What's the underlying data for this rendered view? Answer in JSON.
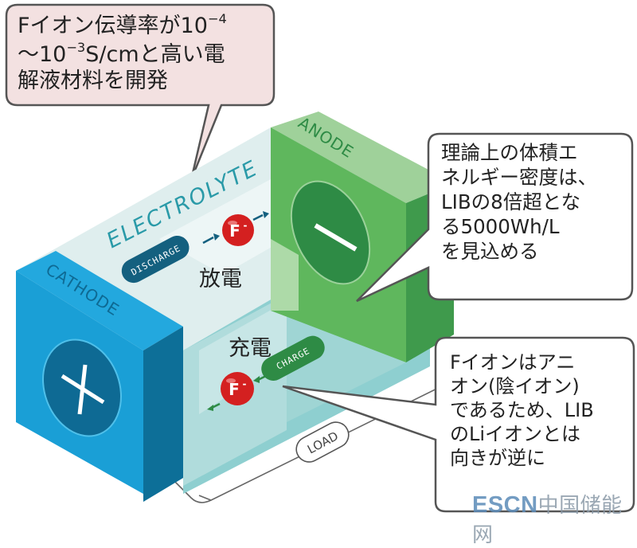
{
  "colors": {
    "cathode": "#1a9fd6",
    "cathode_dark": "#0d6f98",
    "anode": "#5fb75d",
    "anode_dark": "#3a8f47",
    "electrolyte": "#d7ece9",
    "callout_pink": "#f3e1e1",
    "ion_red": "#d42020",
    "discharge_tag": "#14607f",
    "charge_tag": "#2e8b45"
  },
  "callouts": {
    "conductivity": {
      "line1": "Fイオン伝導率が10",
      "line1_sup": "−4",
      "line2_a": "〜10",
      "line2_sup": "−3",
      "line2_b": "S/cmと高い電",
      "line3": "解液材料を開発"
    },
    "energy_density": {
      "lines": [
        "理論上の体積エ",
        "ネルギー密度は、",
        "LIBの8倍超とな",
        "る5000Wh/L",
        "を見込める"
      ]
    },
    "anion": {
      "lines": [
        "Fイオンはアニ",
        "オン(陰イオン)",
        "であるため、LIB",
        "のLiイオンとは",
        "向きが逆に"
      ]
    }
  },
  "labels": {
    "electrolyte": "ELECTROLYTE",
    "cathode": "CATHODE",
    "anode": "ANODE",
    "discharge": "DISCHARGE",
    "charge": "CHARGE",
    "load": "LOAD",
    "discharge_jp": "放電",
    "charge_jp": "充電",
    "ion": "F",
    "ion_charge": "-",
    "cathode_sign": "+",
    "anode_sign": "−"
  },
  "watermark": {
    "latin": "ESCN",
    "chinese": "中国储能网"
  }
}
